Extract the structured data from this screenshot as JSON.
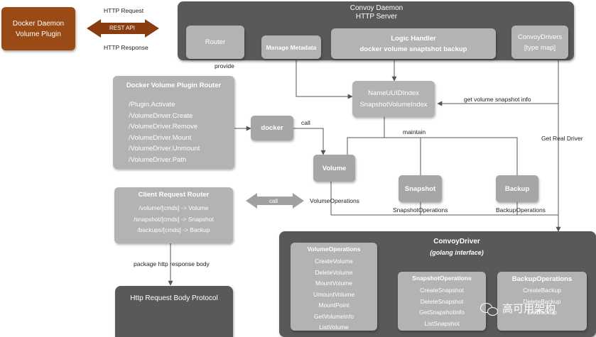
{
  "plugin": {
    "line1": "Docker Daemon",
    "line2": "Volume Plugin"
  },
  "http": {
    "request": "HTTP Request",
    "api": "REST API",
    "response": "HTTP Response"
  },
  "server": {
    "title1": "Convoy Daemon",
    "title2": "HTTP Server",
    "router": "Router",
    "metadata": "Manage Metadata",
    "logic1": "Logic  Handler",
    "logic2": "docker volume snaptshot backup",
    "drivers1": "ConvoyDrivers",
    "drivers2": "[type map]"
  },
  "labels": {
    "provide": "provide",
    "get_info": "get volume snapshot info",
    "get_driver": "Get Real Driver",
    "call1": "call",
    "maintain": "maintain",
    "call2": "call",
    "package": "package http response body",
    "vol_ops": "VolumeOperations",
    "snap_ops": "SnapshotOperations",
    "backup_ops": "BackupOperations"
  },
  "index": {
    "line1": "NameUUIDIndex",
    "line2": "SnapshotVolumeIndex"
  },
  "plugin_router": {
    "title": "Docker Volume Plugin Router",
    "items": [
      "/Plugin.Activate",
      "/VolumeDriver.Create",
      "/VolumeDriver.Remove",
      "/VolumeDriver.Mount",
      "/VolumeDriver.Unmount",
      "/VolumeDriver.Path"
    ]
  },
  "docker": "docker",
  "volume": "Volume",
  "snapshot": "Snapshot",
  "backup": "Backup",
  "client_router": {
    "title": "Client Request Router",
    "items": [
      "/volume/[cmds] -> Volume",
      "/snapshot/[cmds] -> Snapshot",
      "/backups/[cmds] -> Backup"
    ]
  },
  "protocol": "Http Request  Body Protocol",
  "convoy_driver": {
    "title": "ConvoyDriver",
    "subtitle": "(golang interface)",
    "volume_ops": {
      "title": "VolumeOperations",
      "items": [
        "CreateVolume",
        "DeleteVolume",
        "MountVolume",
        "UmountVolume",
        "MountPoint",
        "GetVolumeInfo",
        "ListVolume"
      ]
    },
    "snapshot_ops": {
      "title": "SnapshotOperations",
      "items": [
        "CreateSnapshot",
        "DeleteSnapshot",
        "GetSnapshotInfo",
        "ListSnapshot"
      ]
    },
    "backup_ops": {
      "title": "BackupOperations",
      "items": [
        "CreateBackup",
        "DeleteBackup",
        "ListBackup"
      ]
    }
  },
  "watermark": "高可用架构",
  "colors": {
    "orange": "#9a4a14",
    "dark": "#595959",
    "light": "#b3b3b3",
    "line": "#555555"
  }
}
